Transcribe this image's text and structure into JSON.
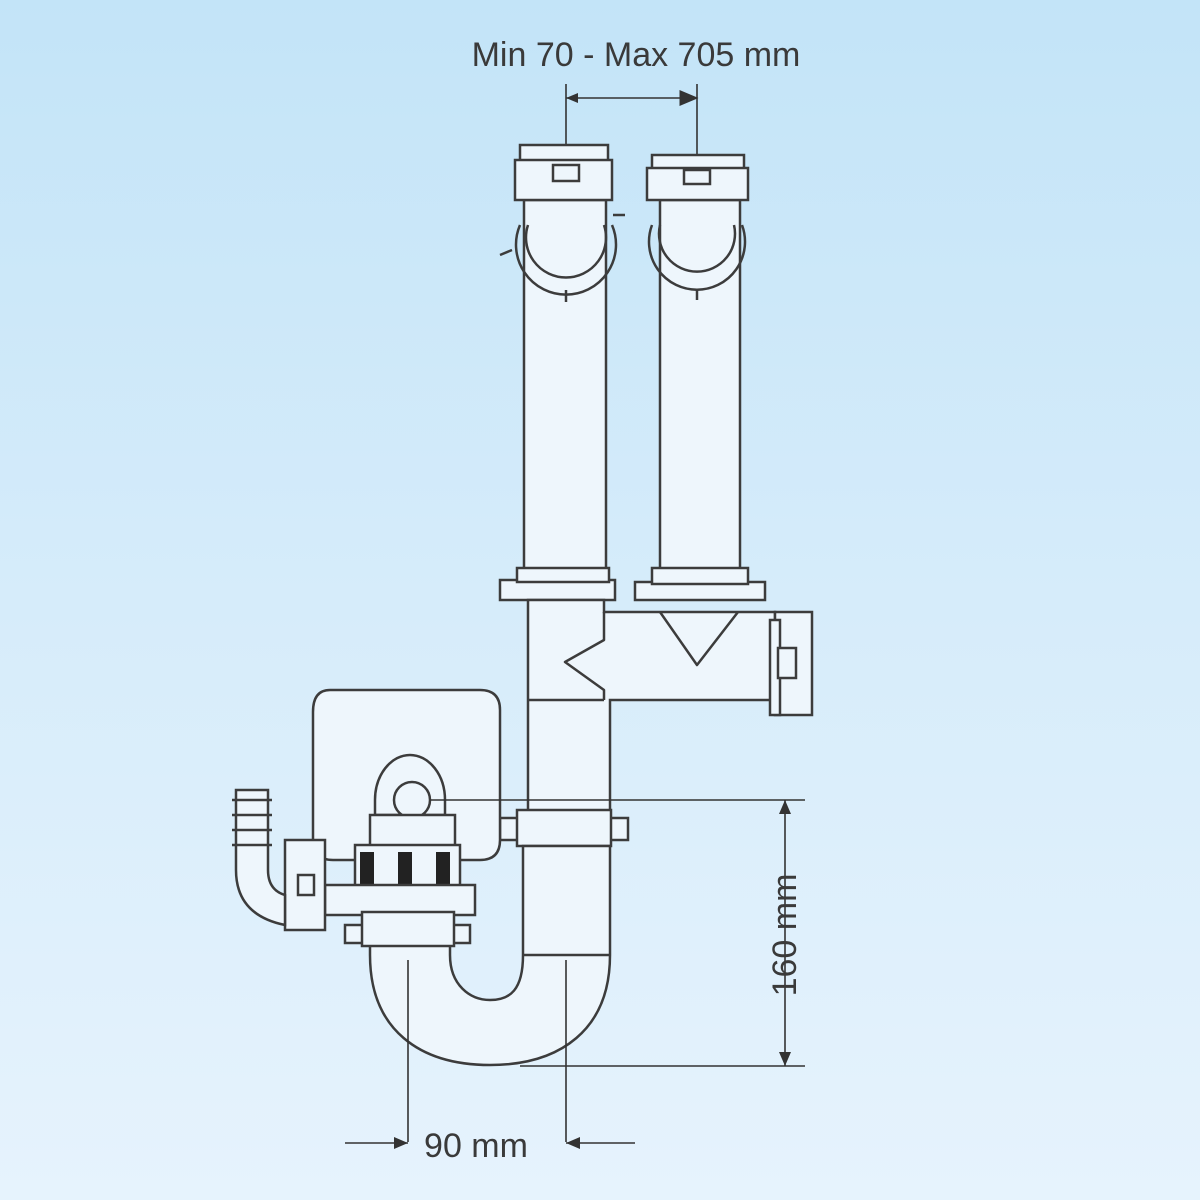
{
  "dimensions": {
    "inlet_spacing": "Min 70 - Max 705 mm",
    "height": "160 mm",
    "offset": "90 mm"
  },
  "colors": {
    "background_top": "#c3e4f8",
    "background_bottom": "#e6f3fd",
    "line": "#3c3c3c"
  }
}
